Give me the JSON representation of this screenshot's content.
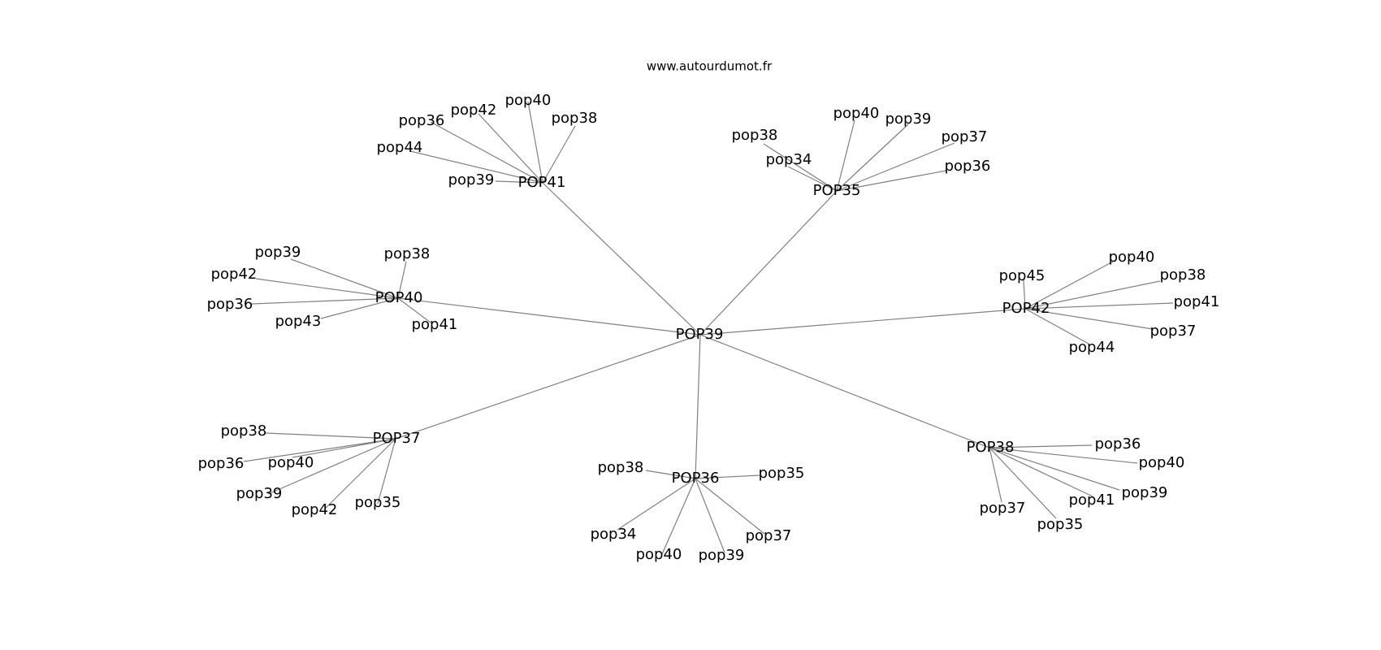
{
  "header": {
    "site": "www.autourdumot.fr"
  },
  "graph": {
    "center": "POP39",
    "clusters": [
      {
        "hub": "POP41",
        "leaves": [
          "pop39",
          "pop44",
          "pop36",
          "pop42",
          "pop40",
          "pop38"
        ]
      },
      {
        "hub": "POP35",
        "leaves": [
          "pop38",
          "pop34",
          "pop40",
          "pop39",
          "pop37",
          "pop36"
        ]
      },
      {
        "hub": "POP40",
        "leaves": [
          "pop39",
          "pop42",
          "pop36",
          "pop43",
          "pop38",
          "pop41"
        ]
      },
      {
        "hub": "POP42",
        "leaves": [
          "pop45",
          "pop40",
          "pop38",
          "pop41",
          "pop37",
          "pop44"
        ]
      },
      {
        "hub": "POP37",
        "leaves": [
          "pop38",
          "pop36",
          "pop40",
          "pop39",
          "pop42",
          "pop35"
        ]
      },
      {
        "hub": "POP36",
        "leaves": [
          "pop38",
          "pop35",
          "pop34",
          "pop40",
          "pop39",
          "pop37"
        ]
      },
      {
        "hub": "POP38",
        "leaves": [
          "pop36",
          "pop40",
          "pop39",
          "pop41",
          "pop37",
          "pop35"
        ]
      }
    ]
  }
}
